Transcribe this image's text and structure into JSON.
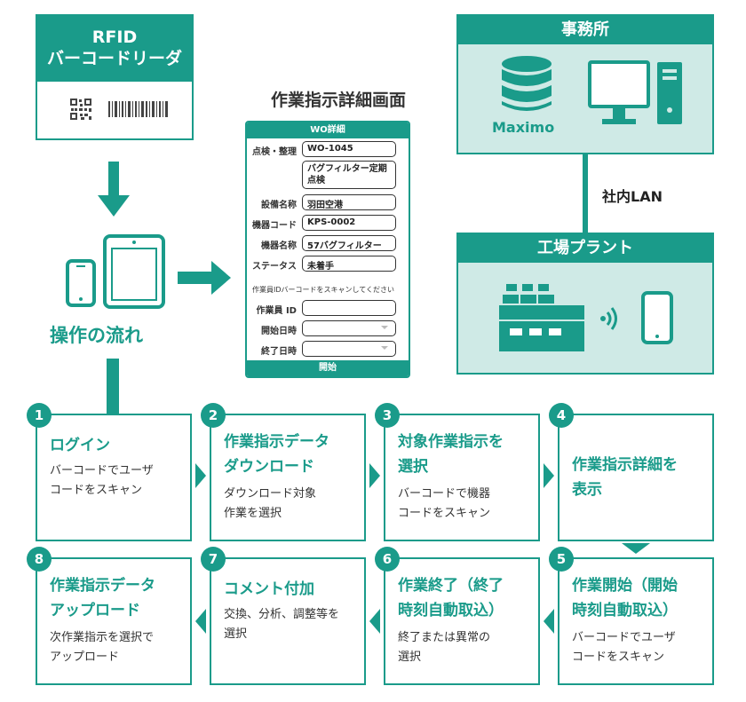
{
  "reader": {
    "title_line1": "RFID",
    "title_line2": "バーコードリーダ"
  },
  "wo_screen": {
    "title": "作業指示詳細画面",
    "header": "WO詳細",
    "fields": [
      {
        "label": "点検・整理",
        "value": "WO-1045"
      },
      {
        "label": "",
        "value_line1": "バグフィルター定期",
        "value_line2": "点検"
      },
      {
        "label": "設備名称",
        "value": "羽田空港"
      },
      {
        "label": "機器コード",
        "value": "KPS-0002"
      },
      {
        "label": "機器名称",
        "value": "57バグフィルター"
      },
      {
        "label": "ステータス",
        "value": "未着手"
      }
    ],
    "scan_note": "作業員IDバーコードをスキャンしてください",
    "worker_label": "作業員 ID",
    "start_label": "開始日時",
    "end_label": "終了日時",
    "footer": "開始"
  },
  "office": {
    "title": "事務所",
    "server_label": "Maximo"
  },
  "network": {
    "label": "社内LAN"
  },
  "plant": {
    "title": "工場プラント"
  },
  "flow": {
    "title": "操作の流れ"
  },
  "steps": [
    {
      "num": "1",
      "title_line1": "ログイン",
      "title_line2": "",
      "desc_line1": "バーコードでユーザ",
      "desc_line2": "コードをスキャン"
    },
    {
      "num": "2",
      "title_line1": "作業指示データ",
      "title_line2": "ダウンロード",
      "desc_line1": "ダウンロード対象",
      "desc_line2": "作業を選択"
    },
    {
      "num": "3",
      "title_line1": "対象作業指示を",
      "title_line2": "選択",
      "desc_line1": "バーコードで機器",
      "desc_line2": "コードをスキャン"
    },
    {
      "num": "4",
      "title_line1": "作業指示詳細を",
      "title_line2": "表示",
      "desc_line1": "",
      "desc_line2": ""
    },
    {
      "num": "5",
      "title_line1": "作業開始（開始",
      "title_line2": "時刻自動取込）",
      "desc_line1": "バーコードでユーザ",
      "desc_line2": "コードをスキャン"
    },
    {
      "num": "6",
      "title_line1": "作業終了（終了",
      "title_line2": "時刻自動取込）",
      "desc_line1": "終了または異常の",
      "desc_line2": "選択"
    },
    {
      "num": "7",
      "title_line1": "コメント付加",
      "title_line2": "",
      "desc_line1": "交換、分析、調整等を",
      "desc_line2": "選択"
    },
    {
      "num": "8",
      "title_line1": "作業指示データ",
      "title_line2": "アップロード",
      "desc_line1": "次作業指示を選択で",
      "desc_line2": "アップロード"
    }
  ],
  "colors": {
    "accent": "#1a9b8a",
    "light_bg": "#cfeae6"
  }
}
